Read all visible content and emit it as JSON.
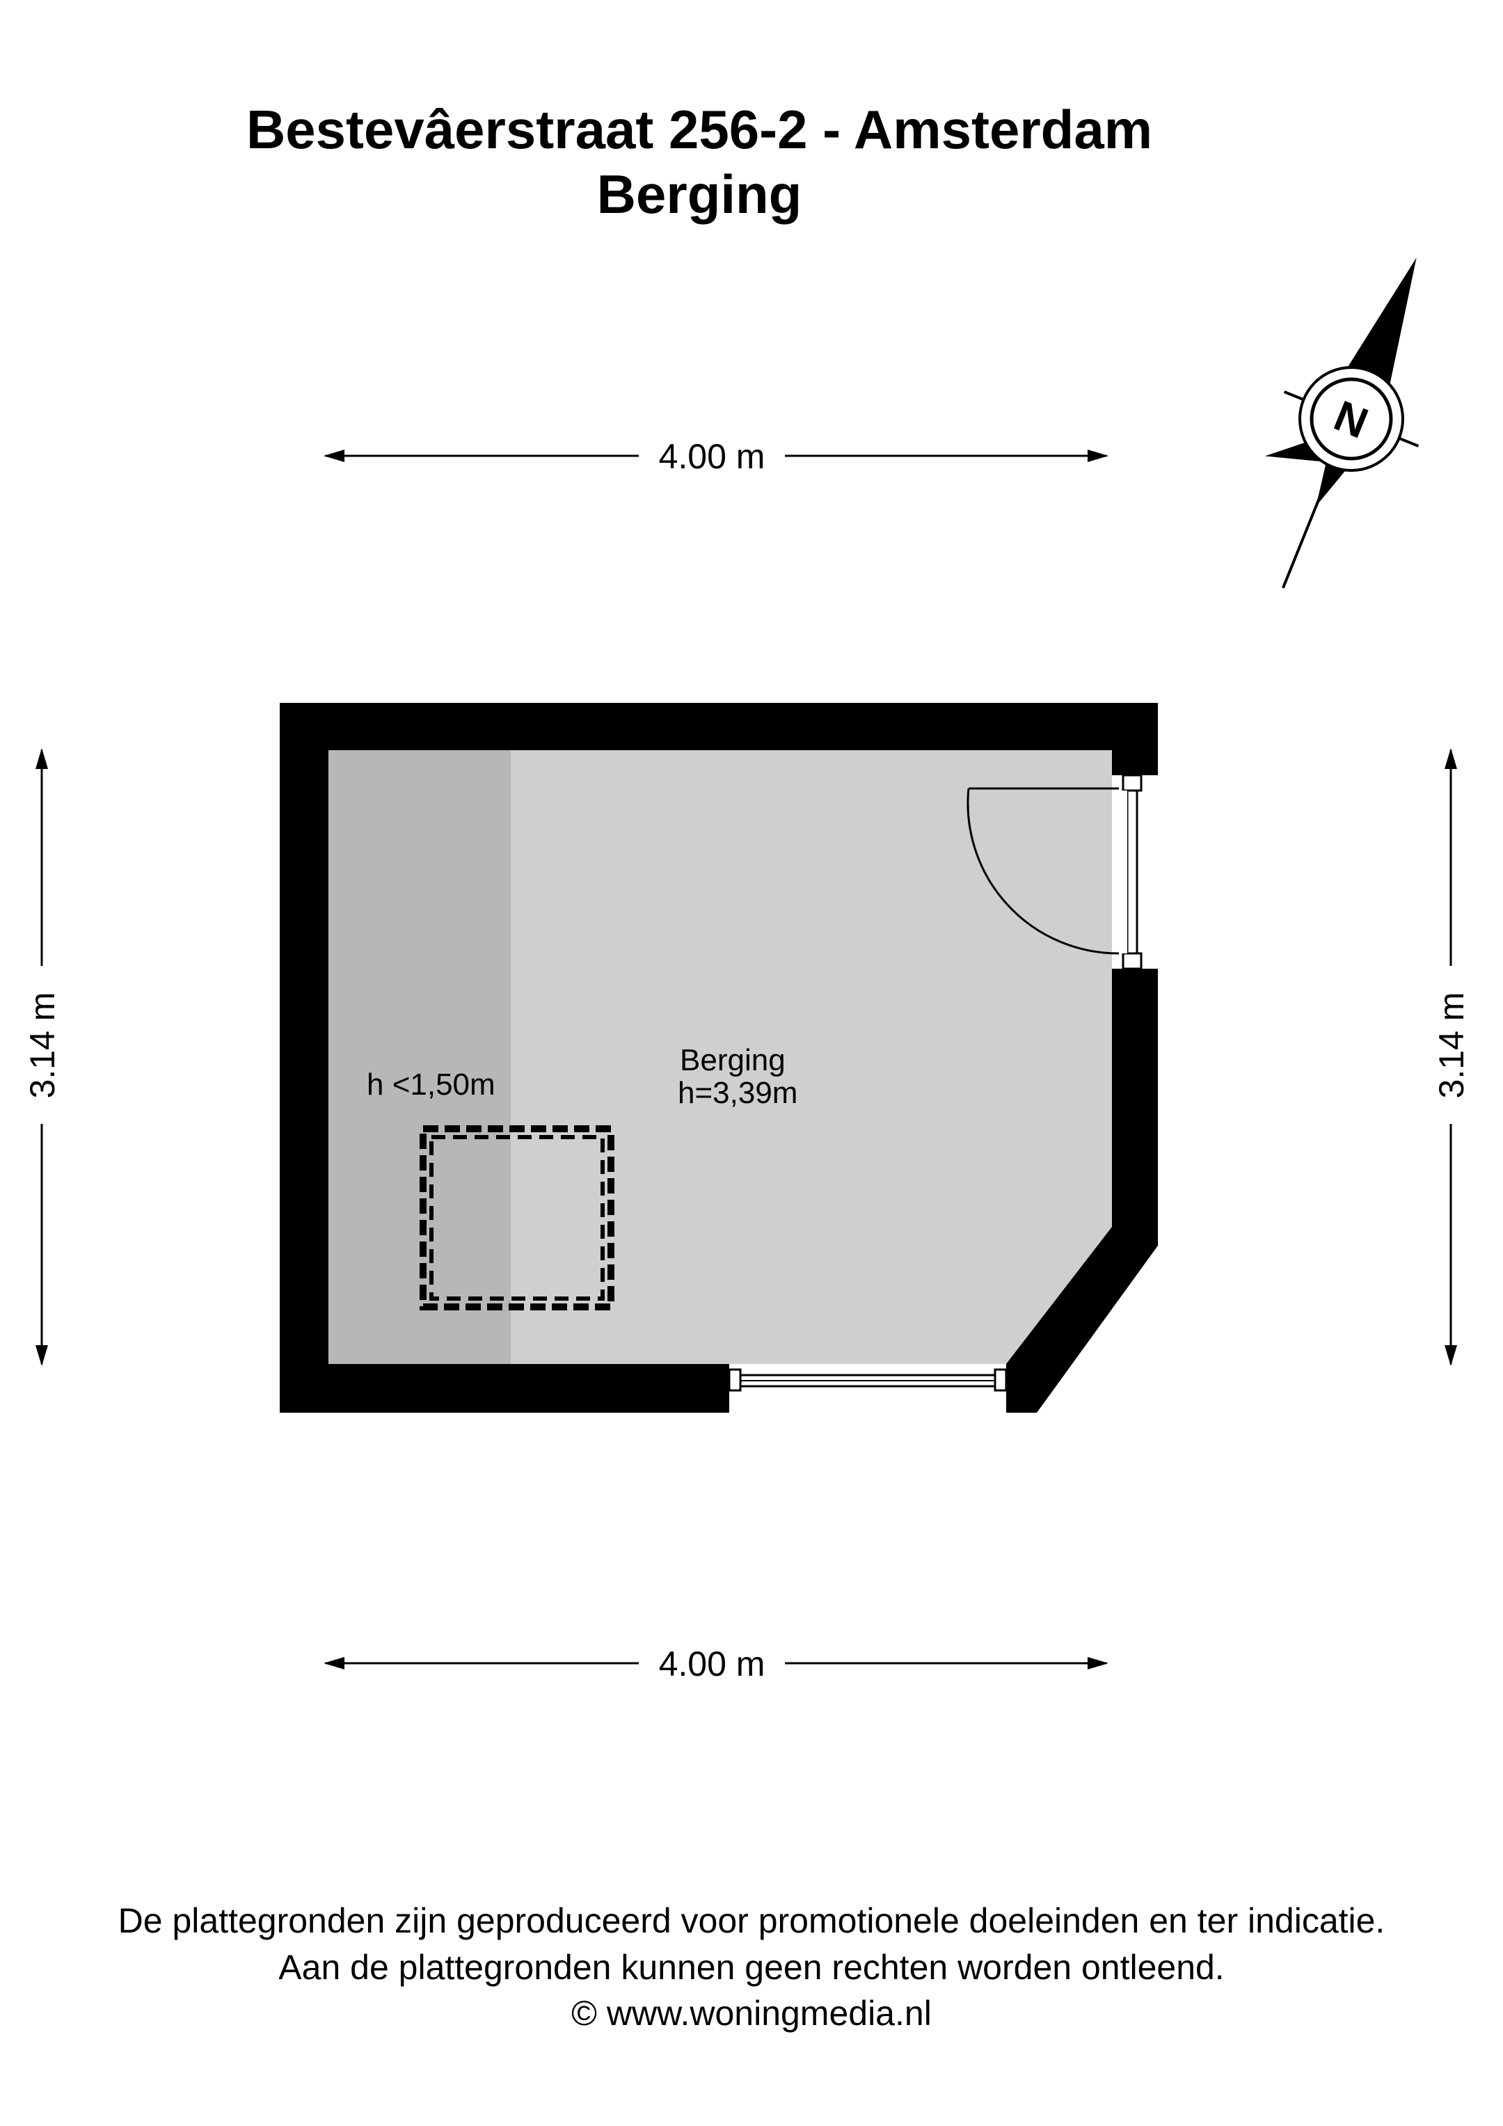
{
  "header": {
    "address": "Bestevâerstraat 256-2 - Amsterdam",
    "floor": "Berging"
  },
  "dimensions": {
    "top_width": "4.00 m",
    "bottom_width": "4.00 m",
    "left_height": "3.14 m",
    "right_height": "3.14 m"
  },
  "room": {
    "name": "Berging",
    "height": "h=3,39m",
    "low_zone_label": "h <1,50m"
  },
  "compass": {
    "letter": "N"
  },
  "colors": {
    "wall": "#000000",
    "floor": "#cfcfcf",
    "low_zone": "#b7b7b7"
  },
  "footer": {
    "line1": "De plattegronden zijn geproduceerd voor promotionele doeleinden en ter indicatie.",
    "line2": "Aan de plattegronden kunnen geen rechten worden ontleend.",
    "line3": "© www.woningmedia.nl"
  }
}
